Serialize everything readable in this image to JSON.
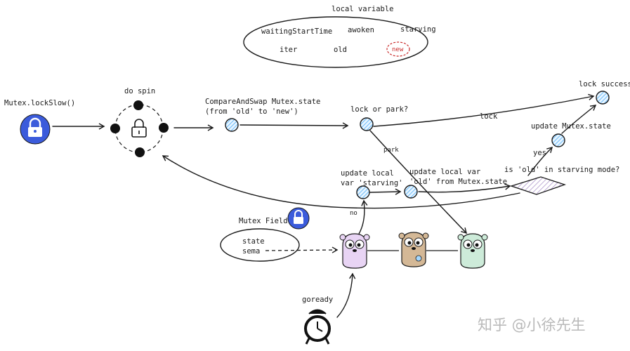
{
  "local_variable": {
    "title": "local variable",
    "items": [
      "waitingStartTime",
      "awoken",
      "starving",
      "iter",
      "old",
      "new"
    ]
  },
  "entry": {
    "label": "Mutex.lockSlow()"
  },
  "spin": {
    "label": "do spin"
  },
  "cas": {
    "label_line1": "CompareAndSwap Mutex.state",
    "label_line2": "(from 'old' to 'new')"
  },
  "lock_or_park": {
    "label": "lock or park?"
  },
  "edges": {
    "lock": "lock",
    "park": "park",
    "yes": "yes",
    "no": "no",
    "goready": "goready"
  },
  "lock_success": {
    "label": "lock success"
  },
  "update_state": {
    "label": "update Mutex.state"
  },
  "starving_check": {
    "label": "is 'old' in starving mode?"
  },
  "update_starving": {
    "label_line1": "update local",
    "label_line2": "var 'starving'"
  },
  "update_old": {
    "label_line1": "update local var",
    "label_line2": "'old' from Mutex.state"
  },
  "mutex_field": {
    "title": "Mutex Field",
    "fields": [
      "state",
      "sema"
    ]
  },
  "watermark": "知乎 @小徐先生",
  "colors": {
    "lock_icon": "#3b5bdb",
    "hatch": "#4dabf7",
    "diamond_hatch": "#9c7fbf",
    "new_circle": "#c92a2a",
    "gopher_purple": "#e8d4f4",
    "gopher_brown": "#d4b896",
    "gopher_green": "#cdebd9",
    "watermark": "#b9b9b9"
  }
}
